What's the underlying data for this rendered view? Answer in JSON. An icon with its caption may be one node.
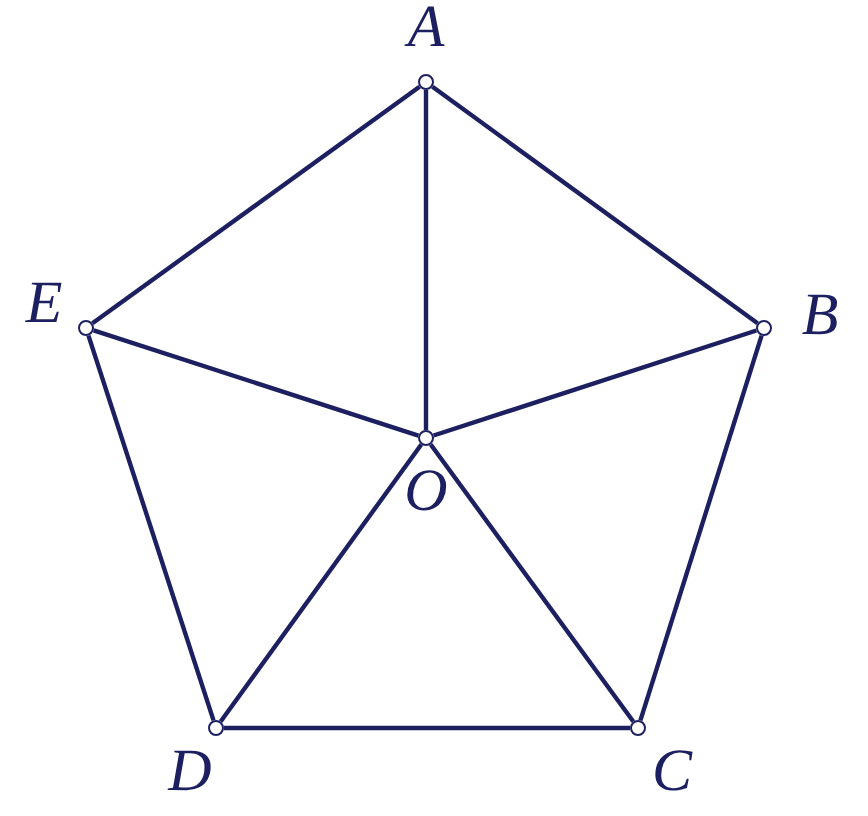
{
  "diagram": {
    "nodes": [
      {
        "text": [
          "A"
        ]
      },
      {
        "text": [
          "B"
        ]
      },
      {
        "text": [
          "C"
        ]
      },
      {
        "text": [
          "D"
        ]
      },
      {
        "text": [
          "E"
        ]
      },
      {
        "text": [
          "O"
        ]
      }
    ],
    "edges": [
      {
        "from": 0,
        "to": 1,
        "arrow": "none"
      },
      {
        "from": 1,
        "to": 2,
        "arrow": "none"
      },
      {
        "from": 2,
        "to": 3,
        "arrow": "none"
      },
      {
        "from": 3,
        "to": 4,
        "arrow": "none"
      },
      {
        "from": 4,
        "to": 0,
        "arrow": "none"
      },
      {
        "from": 5,
        "to": 0,
        "arrow": "none"
      },
      {
        "from": 5,
        "to": 1,
        "arrow": "none"
      },
      {
        "from": 5,
        "to": 2,
        "arrow": "none"
      },
      {
        "from": 5,
        "to": 3,
        "arrow": "none"
      },
      {
        "from": 5,
        "to": 4,
        "arrow": "none"
      }
    ]
  }
}
